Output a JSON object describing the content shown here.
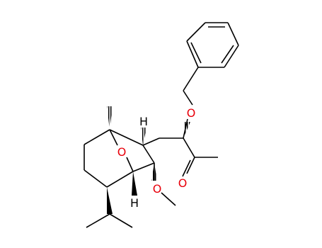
{
  "atoms": {
    "o_ether_label": "O",
    "o_bridge_label": "O",
    "o_carbonyl_label": "O",
    "o_methoxy_label": "O",
    "h_upper_label": "H",
    "h_lower_label": "H"
  },
  "colors": {
    "bond": "#000000",
    "oxygen": "#e8000b"
  }
}
